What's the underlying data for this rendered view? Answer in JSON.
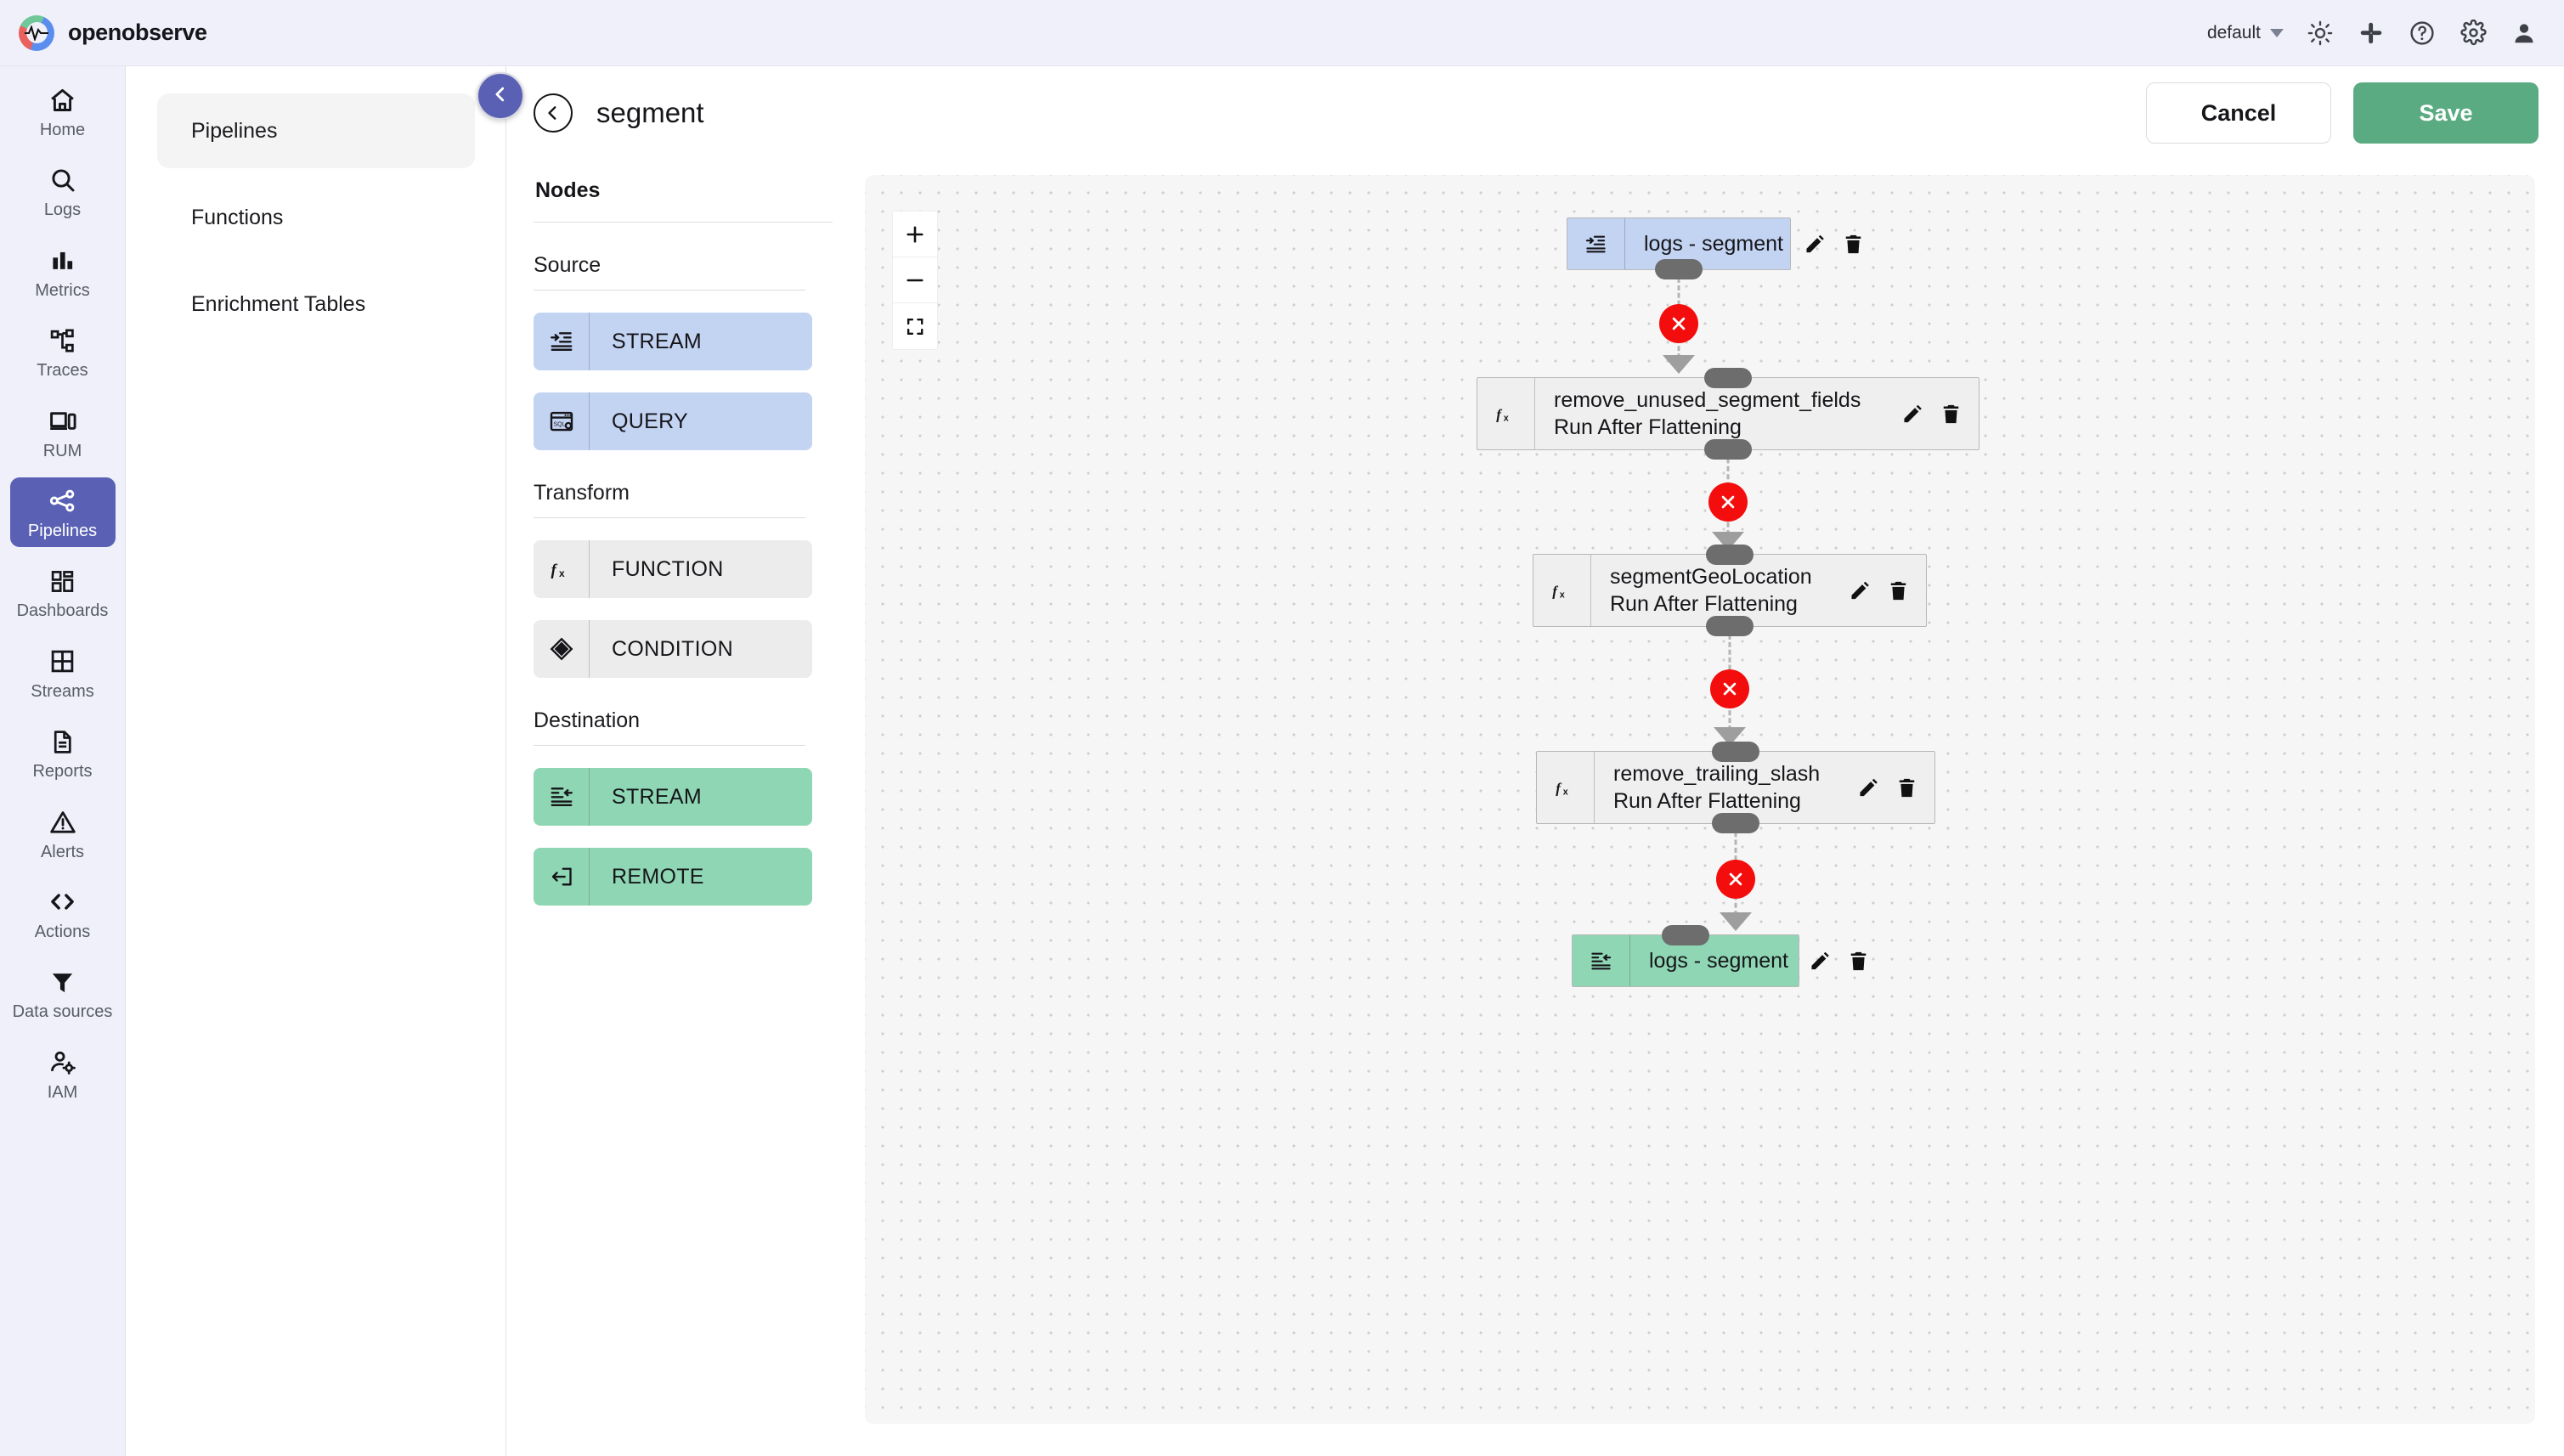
{
  "header": {
    "brand": "openobserve",
    "brand_logo_icon": "openobserve-pulse-logo",
    "org": "default",
    "icons": [
      "theme-sun-icon",
      "slack-icon",
      "help-circle-icon",
      "gear-icon",
      "user-avatar-icon"
    ]
  },
  "rail": {
    "items": [
      {
        "label": "Home",
        "icon": "home-icon",
        "active": false
      },
      {
        "label": "Logs",
        "icon": "search-icon",
        "active": false
      },
      {
        "label": "Metrics",
        "icon": "bar-chart-icon",
        "active": false
      },
      {
        "label": "Traces",
        "icon": "traces-node-icon",
        "active": false
      },
      {
        "label": "RUM",
        "icon": "devices-icon",
        "active": false
      },
      {
        "label": "Pipelines",
        "icon": "share-nodes-icon",
        "active": true
      },
      {
        "label": "Dashboards",
        "icon": "dashboard-grid-icon",
        "active": false
      },
      {
        "label": "Streams",
        "icon": "grid-four-icon",
        "active": false
      },
      {
        "label": "Reports",
        "icon": "document-icon",
        "active": false
      },
      {
        "label": "Alerts",
        "icon": "warning-triangle-icon",
        "active": false
      },
      {
        "label": "Actions",
        "icon": "code-brackets-icon",
        "active": false
      },
      {
        "label": "Data sources",
        "icon": "funnel-icon",
        "active": false
      },
      {
        "label": "IAM",
        "icon": "user-gear-icon",
        "active": false
      }
    ]
  },
  "subnav": {
    "items": [
      {
        "label": "Pipelines",
        "active": true
      },
      {
        "label": "Functions",
        "active": false
      },
      {
        "label": "Enrichment Tables",
        "active": false
      }
    ],
    "collapse_icon": "chevron-left-icon"
  },
  "page": {
    "back_icon": "back-arrow-circle-icon",
    "title": "segment",
    "cancel_label": "Cancel",
    "save_label": "Save"
  },
  "nodes_panel": {
    "title": "Nodes",
    "sections": [
      {
        "title": "Source",
        "chips": [
          {
            "label": "STREAM",
            "icon": "stream-in-icon"
          },
          {
            "label": "QUERY",
            "icon": "sql-query-icon"
          }
        ]
      },
      {
        "title": "Transform",
        "chips": [
          {
            "label": "FUNCTION",
            "icon": "fx-icon"
          },
          {
            "label": "CONDITION",
            "icon": "diamond-icon"
          }
        ]
      },
      {
        "title": "Destination",
        "chips": [
          {
            "label": "STREAM",
            "icon": "stream-out-icon"
          },
          {
            "label": "REMOTE",
            "icon": "remote-arrow-icon"
          }
        ]
      }
    ]
  },
  "canvas": {
    "zoom_controls": [
      {
        "name": "zoom-in",
        "glyph": "+"
      },
      {
        "name": "zoom-out",
        "glyph": "−"
      },
      {
        "name": "fit-view",
        "glyph": "fit"
      }
    ],
    "flow_nodes": [
      {
        "id": "source-stream",
        "kind": "source",
        "icon": "stream-in-icon",
        "line1": "logs - segment",
        "line2": "",
        "edit_icon": "pencil-icon",
        "delete_icon": "trash-icon"
      },
      {
        "id": "fn-remove-unused",
        "kind": "transform",
        "icon": "fx-icon",
        "line1": "remove_unused_segment_fields",
        "line2": "Run After Flattening",
        "edit_icon": "pencil-icon",
        "delete_icon": "trash-icon"
      },
      {
        "id": "fn-segment-geo",
        "kind": "transform",
        "icon": "fx-icon",
        "line1": "segmentGeoLocation",
        "line2": "Run After Flattening",
        "edit_icon": "pencil-icon",
        "delete_icon": "trash-icon"
      },
      {
        "id": "fn-remove-trailing",
        "kind": "transform",
        "icon": "fx-icon",
        "line1": "remove_trailing_slash",
        "line2": "Run After Flattening",
        "edit_icon": "pencil-icon",
        "delete_icon": "trash-icon"
      },
      {
        "id": "dest-stream",
        "kind": "destination",
        "icon": "stream-out-icon",
        "line1": "logs - segment",
        "line2": "",
        "edit_icon": "pencil-icon",
        "delete_icon": "trash-icon"
      }
    ],
    "edge_delete_icon": "remove-edge-x-icon",
    "edge_count": 4
  },
  "colors": {
    "accent_purple": "#5a61b4",
    "save_green": "#5aab82",
    "source_blue": "#c3d3f2",
    "destination_green": "#8fd6b4",
    "transform_gray": "#efefef",
    "edge_delete_red": "#f40d0d"
  }
}
